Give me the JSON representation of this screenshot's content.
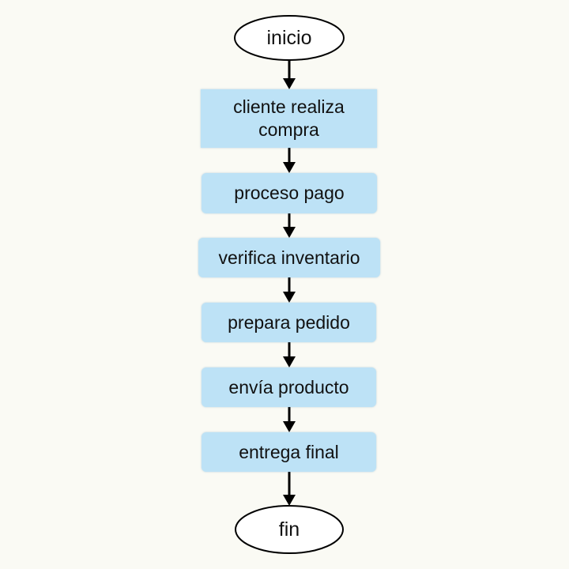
{
  "flowchart": {
    "start": "inicio",
    "steps": [
      "cliente realiza compra",
      "proceso pago",
      "verifica inventario",
      "prepara pedido",
      "envía producto",
      "entrega final"
    ],
    "end": "fin"
  },
  "colors": {
    "box_fill": "#bde2f6",
    "background": "#fafaf4",
    "stroke": "#000000"
  }
}
